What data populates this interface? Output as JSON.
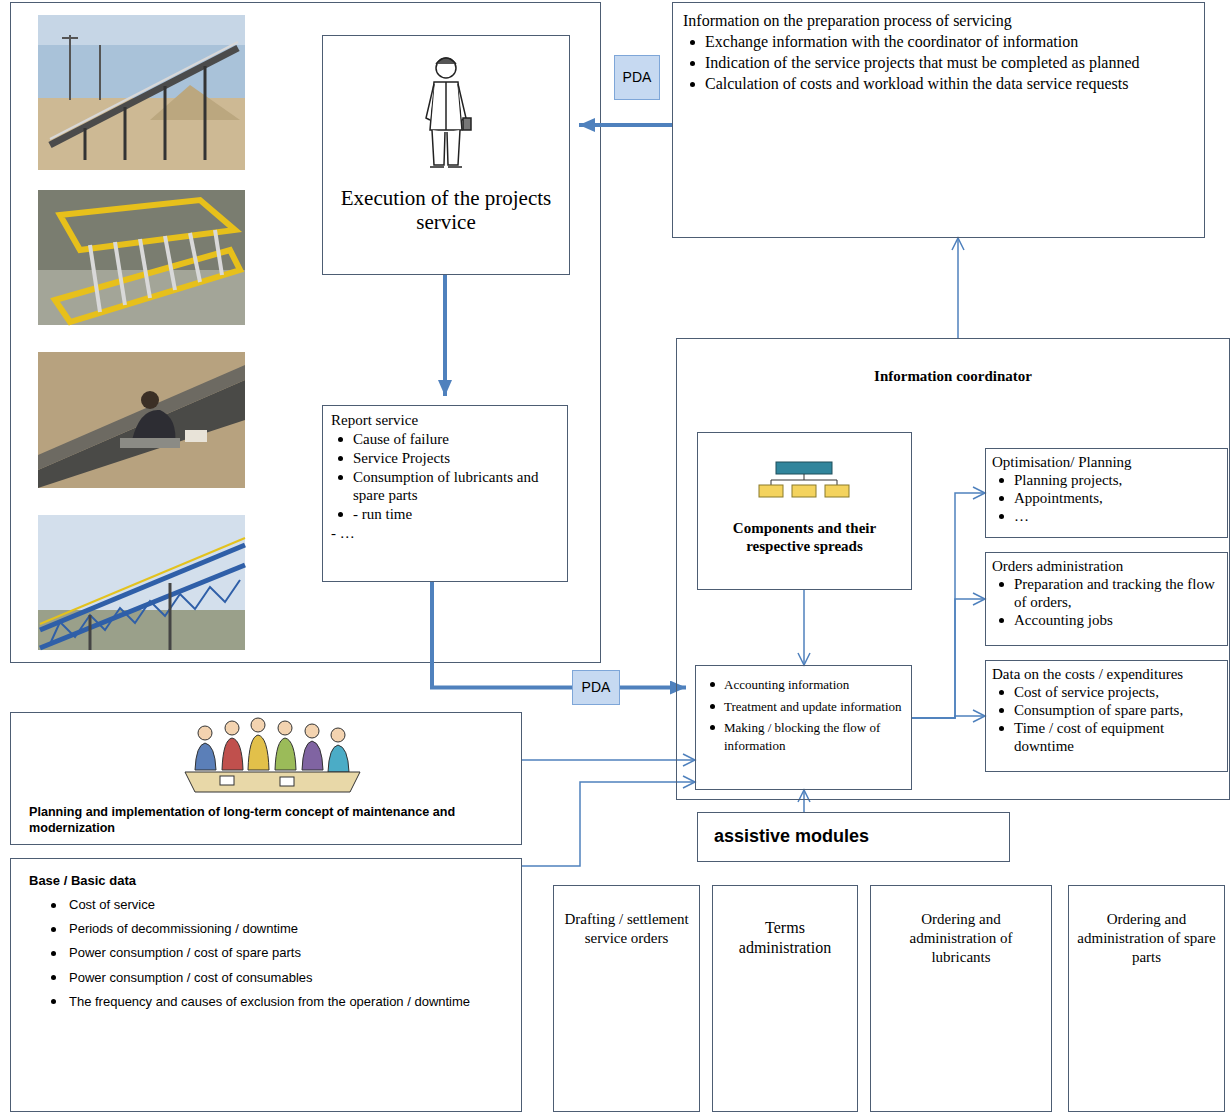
{
  "diagram": {
    "nodes": [
      {
        "text": [
          "Execution of the projects service"
        ]
      },
      {
        "text": [
          "Report service",
          "Cause of failure",
          "Service Projects",
          "Consumption of lubricants and spare parts",
          "- run time",
          "- …"
        ]
      },
      {
        "text": [
          "PDA"
        ]
      },
      {
        "text": [
          "Information on the preparation process of servicing",
          "Exchange information with the coordinator of information",
          "Indication of the service projects that must be completed as planned",
          "Calculation of costs and workload within the data service requests"
        ]
      },
      {
        "text": [
          "Information coordinator"
        ]
      },
      {
        "text": [
          "Components and their respective spreads"
        ],
        "in": 4
      },
      {
        "text": [
          "Optimisation/ Planning",
          "Planning projects,",
          "Appointments,",
          "…"
        ],
        "in": 4
      },
      {
        "text": [
          "Orders administration",
          "Preparation and tracking the flow of orders,",
          "Accounting jobs"
        ],
        "in": 4
      },
      {
        "text": [
          "Accounting information",
          "Treatment and update information",
          "Making / blocking the flow of information"
        ],
        "in": 4
      },
      {
        "text": [
          "Data on the costs / expenditures",
          "Cost of service projects,",
          "Consumption of spare parts,",
          "Time / cost of equipment downtime"
        ],
        "in": 4
      },
      {
        "text": [
          "PDA"
        ]
      },
      {
        "text": [
          "Planning and implementation of long-term concept of maintenance and modernization"
        ]
      },
      {
        "text": [
          "Base / Basic data",
          "Cost of service",
          "Periods of decommissioning / downtime",
          "Power consumption / cost of spare parts",
          "Power consumption / cost of consumables",
          "The frequency and causes of exclusion from the operation / downtime"
        ]
      },
      {
        "text": [
          "assistive modules"
        ]
      },
      {
        "text": [
          "Drafting / settlement service orders"
        ]
      },
      {
        "text": [
          "Terms administration"
        ]
      },
      {
        "text": [
          "Ordering and administration of lubricants"
        ]
      },
      {
        "text": [
          "Ordering and administration of spare parts"
        ]
      }
    ],
    "edges": [
      {
        "from": 3,
        "to": 0,
        "arrow": "to"
      },
      {
        "from": 0,
        "to": 1,
        "arrow": "to"
      },
      {
        "from": 1,
        "to": 10,
        "arrow": "none"
      },
      {
        "from": 10,
        "to": 8,
        "arrow": "to"
      },
      {
        "from": 11,
        "to": 8,
        "arrow": "to"
      },
      {
        "from": 12,
        "to": 8,
        "arrow": "to"
      },
      {
        "from": 5,
        "to": 8,
        "arrow": "to"
      },
      {
        "from": 13,
        "to": 8,
        "arrow": "to"
      },
      {
        "from": 8,
        "to": 6,
        "arrow": "to"
      },
      {
        "from": 8,
        "to": 7,
        "arrow": "to"
      },
      {
        "from": 8,
        "to": 9,
        "arrow": "to"
      },
      {
        "from": 4,
        "to": 3,
        "arrow": "to"
      }
    ]
  }
}
